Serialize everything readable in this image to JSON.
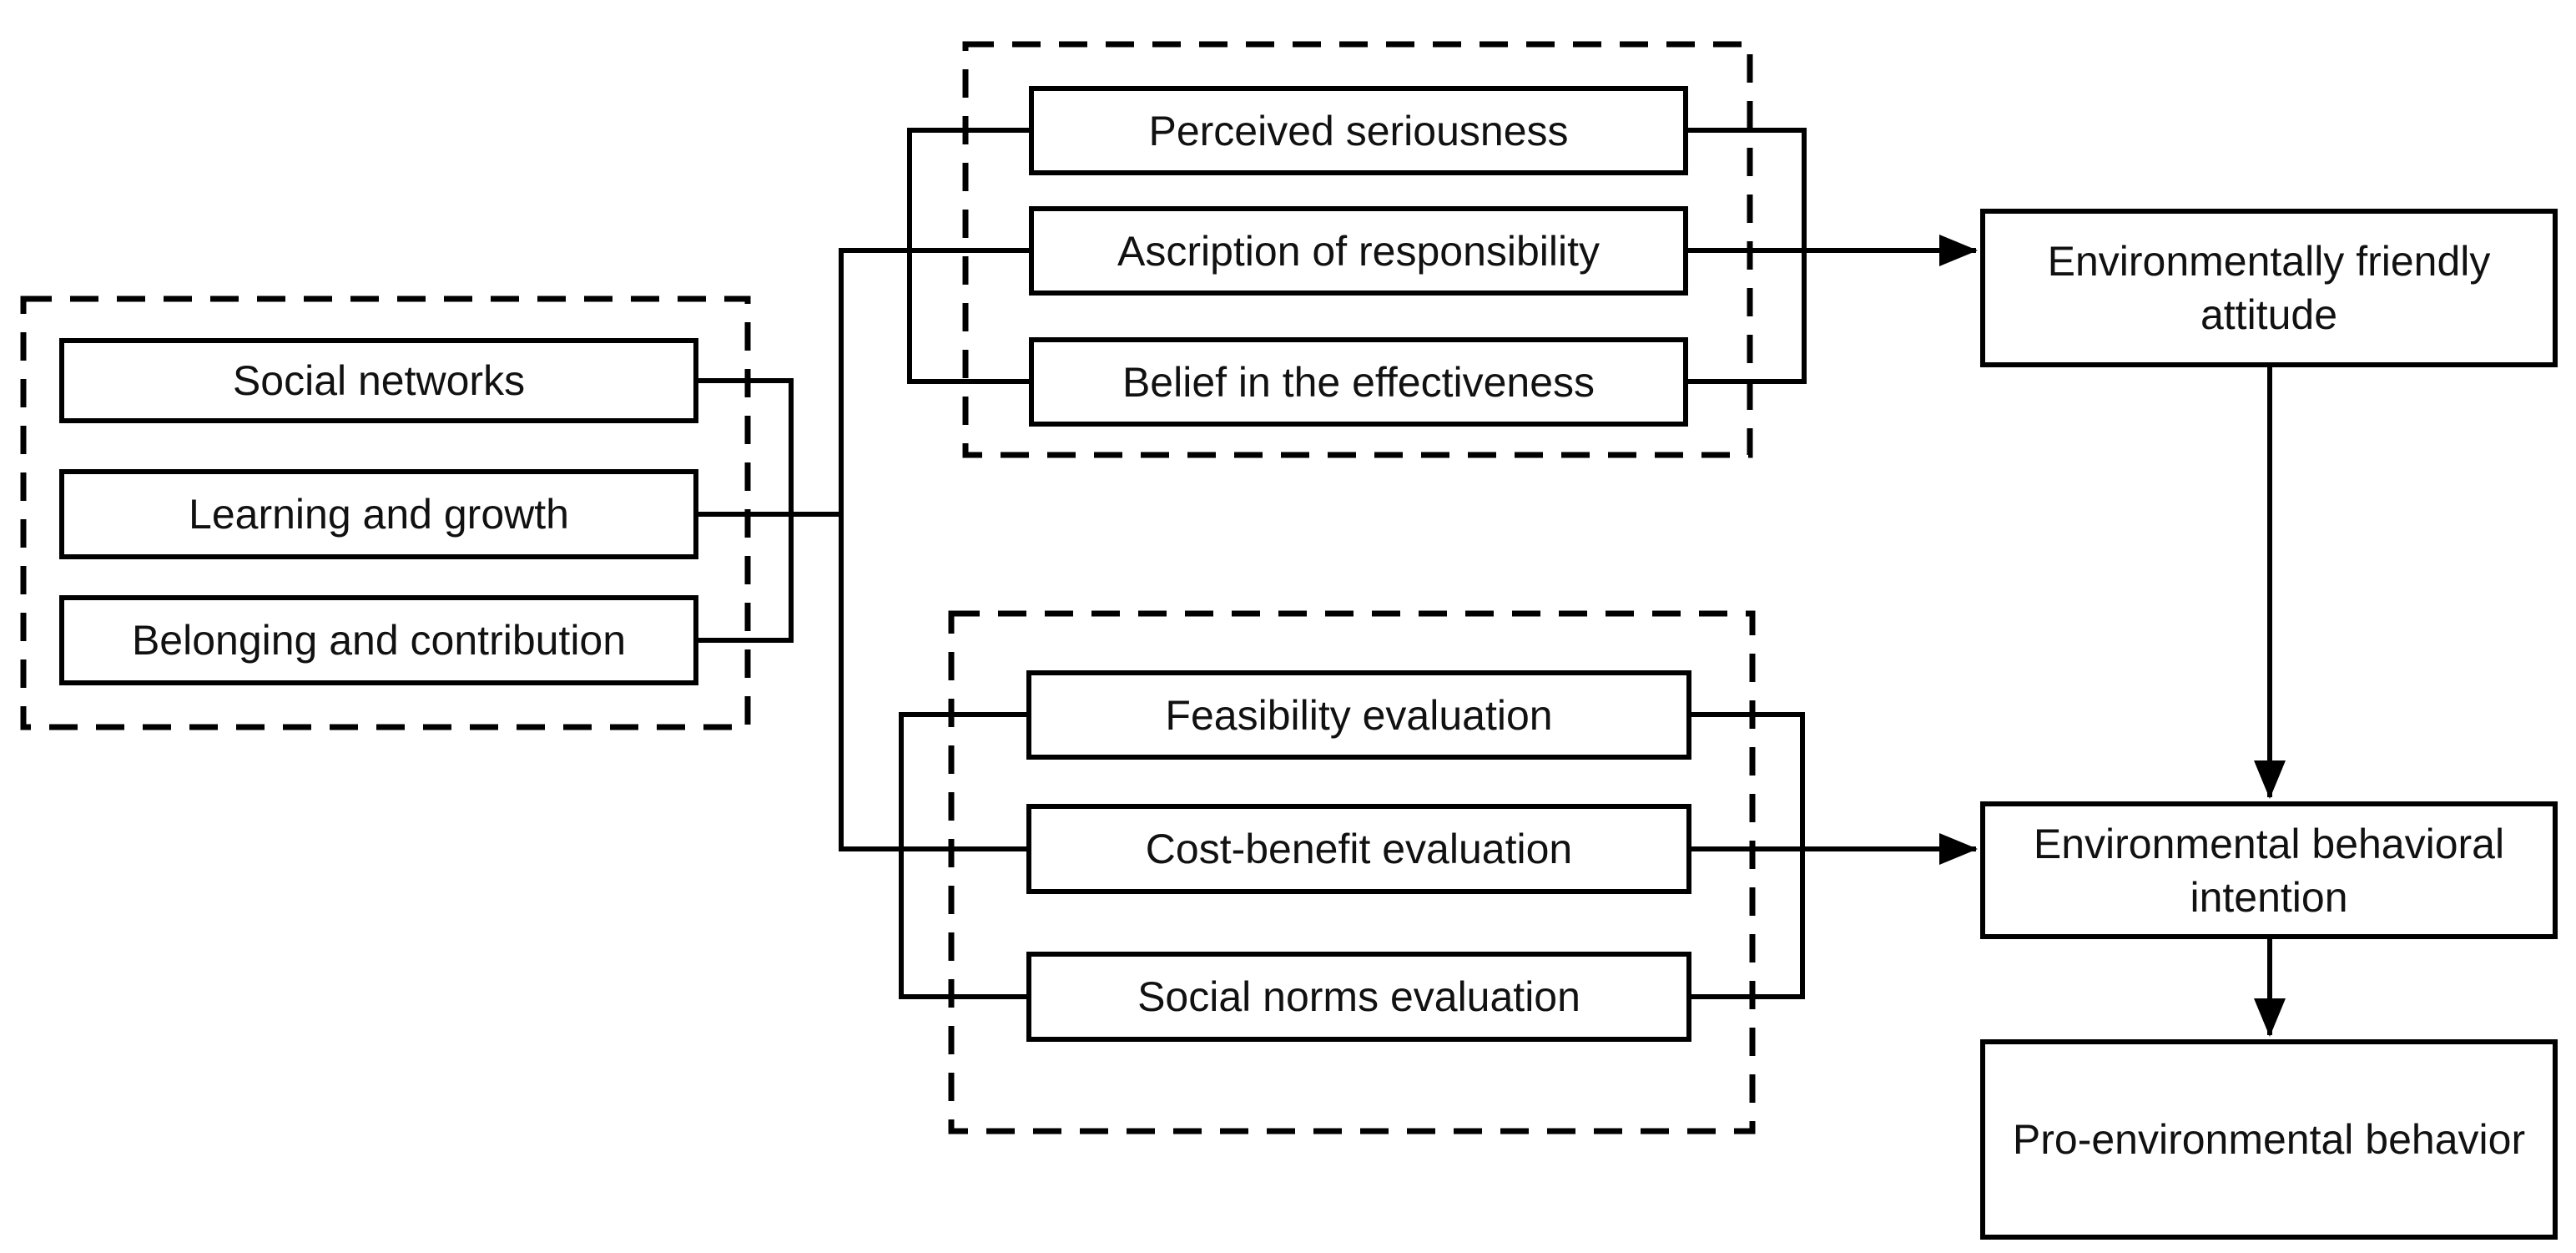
{
  "left_group": {
    "items": [
      "Social networks",
      "Learning and growth",
      "Belonging and contribution"
    ]
  },
  "middle_top_group": {
    "items": [
      "Perceived seriousness",
      "Ascription of responsibility",
      "Belief in the effectiveness"
    ]
  },
  "middle_bottom_group": {
    "items": [
      "Feasibility evaluation",
      "Cost-benefit evaluation",
      "Social norms evaluation"
    ]
  },
  "right_column": {
    "attitude": "Environmentally friendly attitude",
    "intention": "Environmental behavioral intention",
    "behavior": "Pro-environmental behavior"
  },
  "colors": {
    "line": "#000000",
    "text": "#111111",
    "background": "#ffffff"
  }
}
